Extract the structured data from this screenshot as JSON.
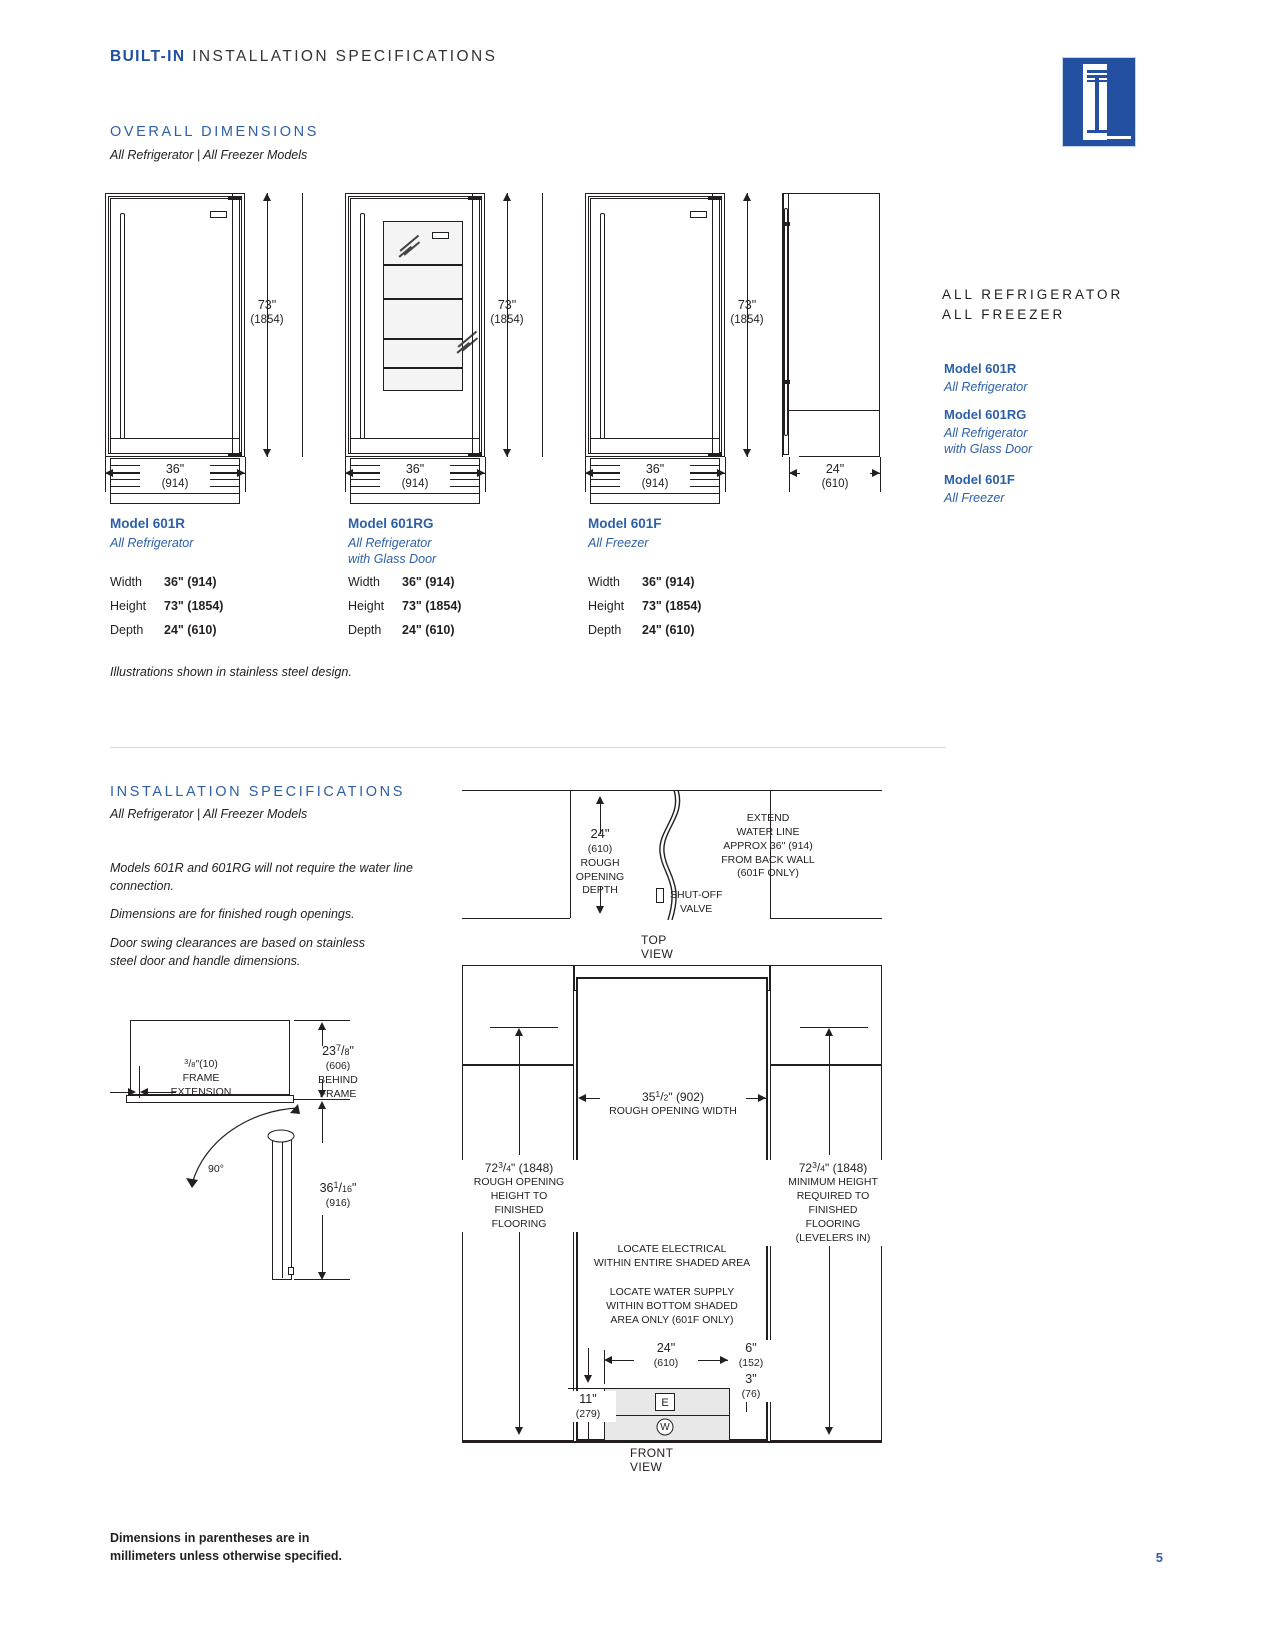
{
  "header": {
    "title_bold": "BUILT-IN",
    "title_rest": "INSTALLATION SPECIFICATIONS",
    "logo_name": "sub-zero-logo"
  },
  "overall": {
    "section_title": "OVERALL DIMENSIONS",
    "section_sub": "All Refrigerator | All Freezer Models",
    "illustration_note": "Illustrations shown in stainless steel design.",
    "height_in": "73\"",
    "height_mm": "(1854)",
    "width_in": "36\"",
    "width_mm": "(914)",
    "depth_in": "24\"",
    "depth_mm": "(610)",
    "models": [
      {
        "name": "Model 601R",
        "desc_line1": "All Refrigerator",
        "desc_line2": "",
        "rows": [
          {
            "label": "Width",
            "value": "36\" (914)"
          },
          {
            "label": "Height",
            "value": "73\" (1854)"
          },
          {
            "label": "Depth",
            "value": "24\" (610)"
          }
        ]
      },
      {
        "name": "Model 601RG",
        "desc_line1": "All Refrigerator",
        "desc_line2": "with Glass Door",
        "rows": [
          {
            "label": "Width",
            "value": "36\" (914)"
          },
          {
            "label": "Height",
            "value": "73\" (1854)"
          },
          {
            "label": "Depth",
            "value": "24\" (610)"
          }
        ]
      },
      {
        "name": "Model 601F",
        "desc_line1": "All Freezer",
        "desc_line2": "",
        "rows": [
          {
            "label": "Width",
            "value": "36\" (914)"
          },
          {
            "label": "Height",
            "value": "73\" (1854)"
          },
          {
            "label": "Depth",
            "value": "24\" (610)"
          }
        ]
      }
    ]
  },
  "rail": {
    "title_line1": "ALL REFRIGERATOR",
    "title_line2": "ALL FREEZER",
    "items": [
      {
        "model": "Model 601R",
        "desc1": "All Refrigerator",
        "desc2": ""
      },
      {
        "model": "Model 601RG",
        "desc1": "All Refrigerator",
        "desc2": "with Glass Door"
      },
      {
        "model": "Model 601F",
        "desc1": "All Freezer",
        "desc2": ""
      }
    ]
  },
  "install": {
    "section_title": "INSTALLATION SPECIFICATIONS",
    "section_sub": "All Refrigerator | All Freezer Models",
    "para1": "Models 601R and 601RG will not require the water line connection.",
    "para2": "Dimensions are for finished rough openings.",
    "para3": "Door swing clearances are based on stainless steel door and handle dimensions."
  },
  "top_view": {
    "label": "TOP VIEW",
    "depth_in": "24\"",
    "depth_mm": "(610)",
    "depth_l1": "ROUGH",
    "depth_l2": "OPENING",
    "depth_l3": "DEPTH",
    "water_l1": "EXTEND",
    "water_l2": "WATER LINE",
    "water_l3": "APPROX 36\" (914)",
    "water_l4": "FROM BACK WALL",
    "water_l5": "(601F ONLY)",
    "valve_l1": "SHUT-OFF",
    "valve_l2": "VALVE"
  },
  "door_swing": {
    "frame_ext_dim": "3/8\"(10)",
    "frame_ext_l1": "FRAME",
    "frame_ext_l2": "EXTENSION",
    "behind_dim": "23 7/8\"",
    "behind_mm": "(606)",
    "behind_l1": "BEHIND",
    "behind_l2": "FRAME",
    "swing_angle": "90°",
    "swing_dim": "36 1/16\"",
    "swing_mm": "(916)"
  },
  "front_view": {
    "label": "FRONT VIEW",
    "width_dim": "35 1/2\" (902)",
    "width_label": "ROUGH OPENING WIDTH",
    "left_dim": "72 3/4\" (1848)",
    "left_l1": "ROUGH OPENING",
    "left_l2": "HEIGHT TO",
    "left_l3": "FINISHED",
    "left_l4": "FLOORING",
    "right_dim": "72 3/4\" (1848)",
    "right_l1": "MINIMUM HEIGHT",
    "right_l2": "REQUIRED TO",
    "right_l3": "FINISHED",
    "right_l4": "FLOORING",
    "right_l5": "(LEVELERS IN)",
    "elec_l1": "LOCATE ELECTRICAL",
    "elec_l2": "WITHIN ENTIRE SHADED AREA",
    "water_l1": "LOCATE WATER SUPPLY",
    "water_l2": "WITHIN BOTTOM SHADED",
    "water_l3": "AREA ONLY (601F ONLY)",
    "dim_24_in": "24\"",
    "dim_24_mm": "(610)",
    "dim_6_in": "6\"",
    "dim_6_mm": "(152)",
    "dim_3_in": "3\"",
    "dim_3_mm": "(76)",
    "dim_11_in": "11\"",
    "dim_11_mm": "(279)",
    "elec_marker": "E",
    "water_marker": "W"
  },
  "footer": {
    "line1": "Dimensions in parentheses are in",
    "line2": "millimeters unless otherwise specified.",
    "page_number": "5"
  }
}
